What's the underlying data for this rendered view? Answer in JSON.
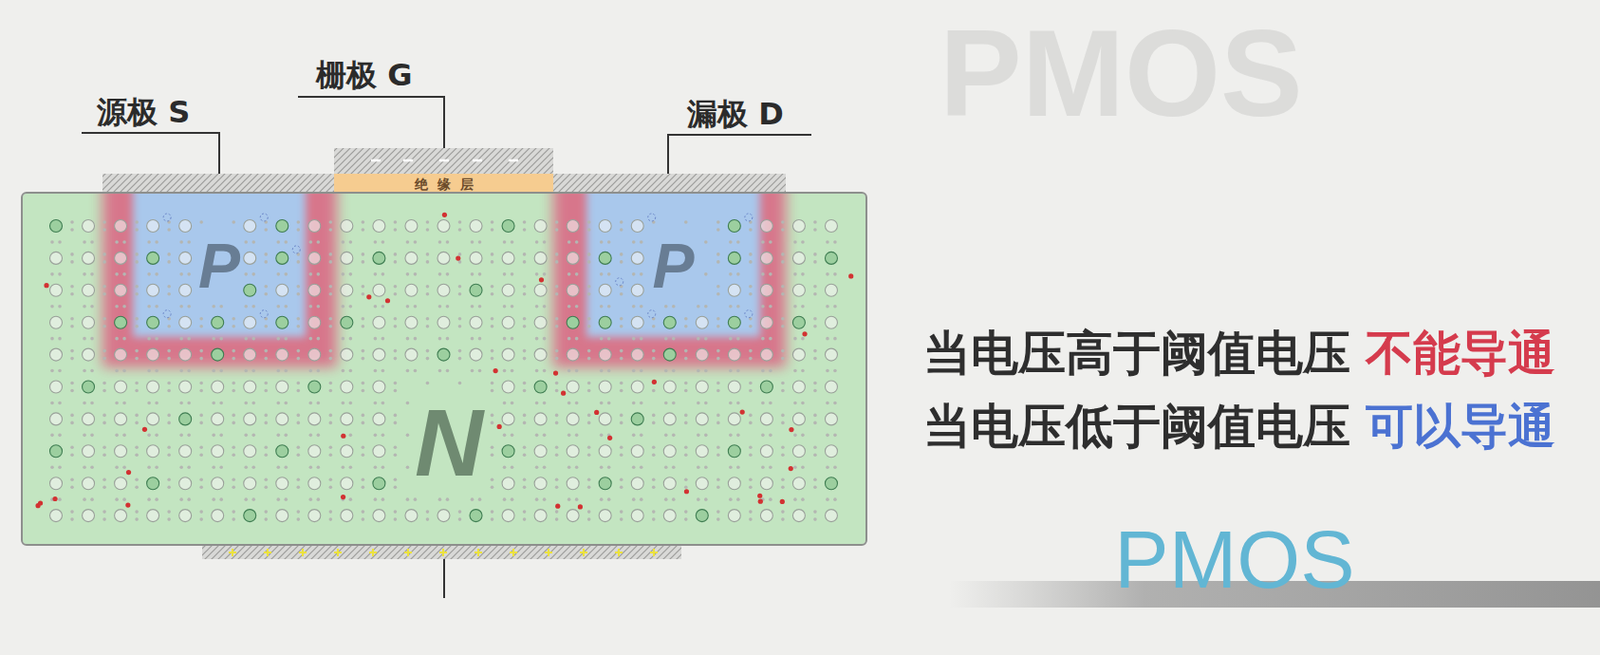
{
  "diagram": {
    "nodes": [
      {
        "text": [
          "绝缘层"
        ]
      },
      {
        "text": [
          "N"
        ]
      },
      {
        "text": [
          "P"
        ],
        "in": 1
      },
      {
        "text": [
          "P"
        ],
        "in": 1
      }
    ],
    "labels": [
      "栅极 G",
      "源极 S",
      "漏极 D",
      "PMOS",
      "当电压高于阈值电压",
      "不能导通",
      "当电压低于阈值电压",
      "可以导通",
      "PMOS"
    ]
  }
}
